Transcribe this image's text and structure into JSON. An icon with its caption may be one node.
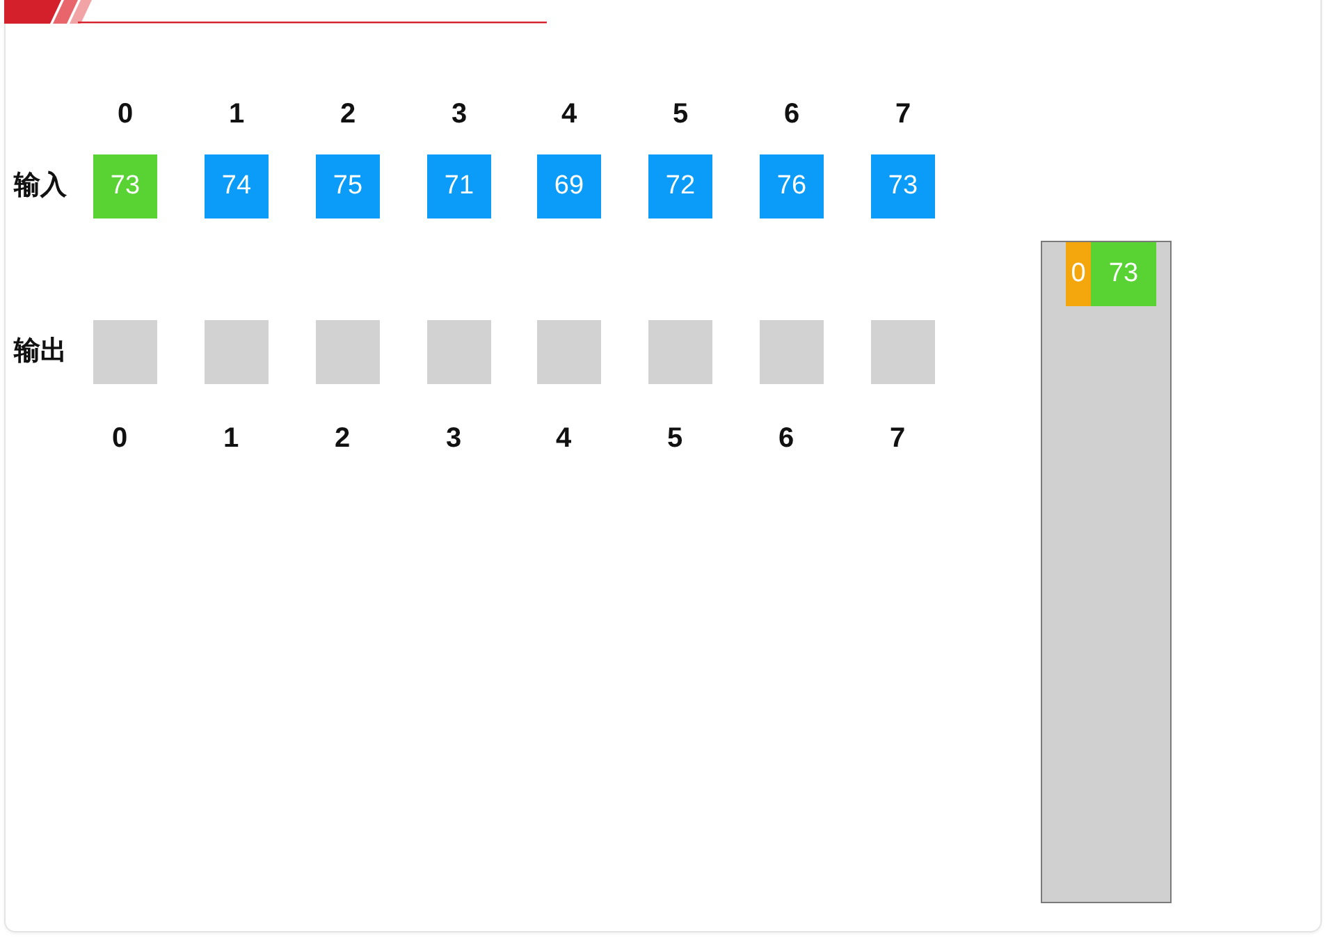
{
  "diagram": {
    "nodes": [
      {
        "text": [
          "73"
        ],
        "beside": [
          "0"
        ]
      },
      {
        "text": [
          "74"
        ],
        "beside": [
          "1"
        ]
      },
      {
        "text": [
          "75"
        ],
        "beside": [
          "2"
        ]
      },
      {
        "text": [
          "71"
        ],
        "beside": [
          "3"
        ]
      },
      {
        "text": [
          "69"
        ],
        "beside": [
          "4"
        ]
      },
      {
        "text": [
          "72"
        ],
        "beside": [
          "5"
        ]
      },
      {
        "text": [
          "76"
        ],
        "beside": [
          "6"
        ]
      },
      {
        "text": [
          "73"
        ],
        "beside": [
          "7"
        ]
      },
      {
        "text": [],
        "shape": "box",
        "beside": [
          "0"
        ]
      },
      {
        "text": [],
        "shape": "box",
        "beside": [
          "1"
        ]
      },
      {
        "text": [],
        "shape": "box",
        "beside": [
          "2"
        ]
      },
      {
        "text": [],
        "shape": "box",
        "beside": [
          "3"
        ]
      },
      {
        "text": [],
        "shape": "box",
        "beside": [
          "4"
        ]
      },
      {
        "text": [],
        "shape": "box",
        "beside": [
          "5"
        ]
      },
      {
        "text": [],
        "shape": "box",
        "beside": [
          "6"
        ]
      },
      {
        "text": [],
        "shape": "box",
        "beside": [
          "7"
        ]
      },
      {
        "text": [],
        "shape": "box"
      },
      {
        "text": [
          "0"
        ],
        "in": 16
      },
      {
        "text": [
          "73"
        ],
        "in": 16
      }
    ],
    "labels": [
      "输入",
      "输出"
    ]
  }
}
